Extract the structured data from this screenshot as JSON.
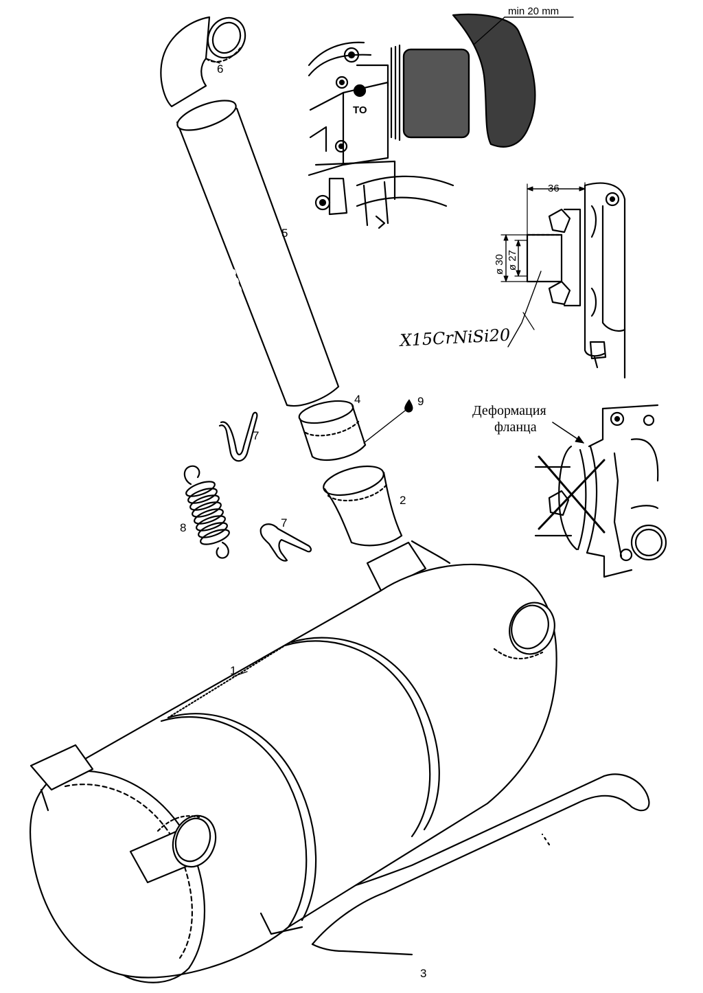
{
  "callouts": {
    "muffler": "1",
    "inlet_pipe": "2",
    "tail_pipe": "3",
    "sleeve": "4",
    "straight_pipe": "5",
    "elbow": "6",
    "clip_upper": "7",
    "clip_lower": "7",
    "spring": "8",
    "sealant": "9"
  },
  "detail_hose": {
    "clearance_label": "min 20 mm",
    "marker_label": "TO"
  },
  "detail_stub": {
    "dim_length": "36",
    "dim_outer_diameter": "ø 30",
    "dim_inner_diameter": "ø 27",
    "material": "Х15CrNiSi20"
  },
  "detail_flange": {
    "warning_line1": "Деформация",
    "warning_line2": "фланца"
  }
}
